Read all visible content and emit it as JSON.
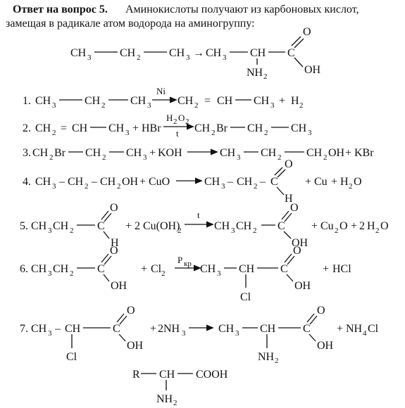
{
  "header": {
    "bold": "Ответ на вопрос 5.",
    "line1": "Аминокислоты получают из карбоновых кислот,",
    "line2": "замещая в радикале атом водорода на аминогруппу:"
  },
  "eq0": {
    "ch3_a": "CH",
    "ch2": "CH",
    "ch3_b": "CH",
    "arrow": "→",
    "p_ch3": "CH",
    "p_ch": "CH",
    "p_c": "C",
    "p_o": "O",
    "p_oh": "OH",
    "p_nh2": "NH",
    "sub3": "3",
    "sub2": "2"
  },
  "eq1": {
    "num": "1.",
    "r1": "CH",
    "r2": "CH",
    "r3": "CH",
    "cat": "Ni",
    "p1": "CH",
    "eq": "=",
    "p2": "CH",
    "p3": "CH",
    "plus": "+",
    "h2": "H",
    "sub3": "3",
    "sub2": "2"
  },
  "eq2": {
    "num": "2.",
    "r1": "CH",
    "eq": "=",
    "r2": "CH",
    "r3": "CH",
    "plus": "+",
    "hbr": "HBr",
    "cat": "H",
    "cat_o": "O",
    "t": "t",
    "p1": "CH",
    "p1b": "Br",
    "p2": "CH",
    "p3": "CH",
    "sub3": "3",
    "sub2": "2"
  },
  "eq3": {
    "num": "3.",
    "r1": "CH",
    "r1b": "Br",
    "r2": "CH",
    "r3": "CH",
    "plus1": "+",
    "koh": "KOH",
    "p1": "CH",
    "p2": "CH",
    "p3": "CH",
    "p3b": "OH",
    "plus2": "+",
    "kbr": "KBr",
    "sub3": "3",
    "sub2": "2"
  },
  "eq4": {
    "num": "4.",
    "lhs": "CH",
    "dash": "–",
    "lhs2": "CH",
    "lhs3": "CH",
    "lhs3b": "OH",
    "plus": "+",
    "cuo": "CuO",
    "p1": "CH",
    "p2": "CH",
    "p3": "C",
    "p_o": "O",
    "p_h": "H",
    "plus2": "+",
    "cu": "Cu",
    "h2o": "H",
    "h2o_o": "O",
    "sub3": "3",
    "sub2": "2"
  },
  "eq5": {
    "num": "5.",
    "r1": "CH",
    "r1b": "CH",
    "r_c": "C",
    "r_o": "O",
    "r_h": "H",
    "plus": "+",
    "coef": "2",
    "cuoh": "Cu(OH)",
    "t": "t",
    "p1": "CH",
    "p1b": "CH",
    "p_c": "C",
    "p_o": "O",
    "p_oh": "OH",
    "plus2": "+",
    "cu2o": "Cu",
    "cu2o_o": "O",
    "plus3": "+",
    "h2o": "H",
    "h2o_o": "O",
    "sub3": "3",
    "sub2": "2"
  },
  "eq6": {
    "num": "6.",
    "r1": "CH",
    "r1b": "CH",
    "r_c": "C",
    "r_o": "O",
    "r_oh": "OH",
    "plus": "+",
    "cl2": "Cl",
    "cat": "P",
    "cat_sub": "кр",
    "p1": "CH",
    "p2": "CH",
    "p_c": "C",
    "p_o": "O",
    "p_oh": "OH",
    "p_cl": "Cl",
    "plus2": "+",
    "hcl": "HCl",
    "sub3": "3",
    "sub2": "2"
  },
  "eq7": {
    "num": "7.",
    "r1": "CH",
    "r2": "CH",
    "r_c": "C",
    "r_o": "O",
    "r_oh": "OH",
    "r_cl": "Cl",
    "plus": "+",
    "coef": "2NH",
    "p1": "CH",
    "p2": "CH",
    "p_c": "C",
    "p_o": "O",
    "p_oh": "OH",
    "p_nh2": "NH",
    "plus2": "+",
    "nh4cl": "NH",
    "nh4cl_b": "Cl",
    "sub3": "3",
    "sub2": "2",
    "sub4": "4"
  },
  "general": {
    "r": "R",
    "ch": "CH",
    "cooh": "COOH",
    "nh2": "NH",
    "sub2": "2"
  }
}
